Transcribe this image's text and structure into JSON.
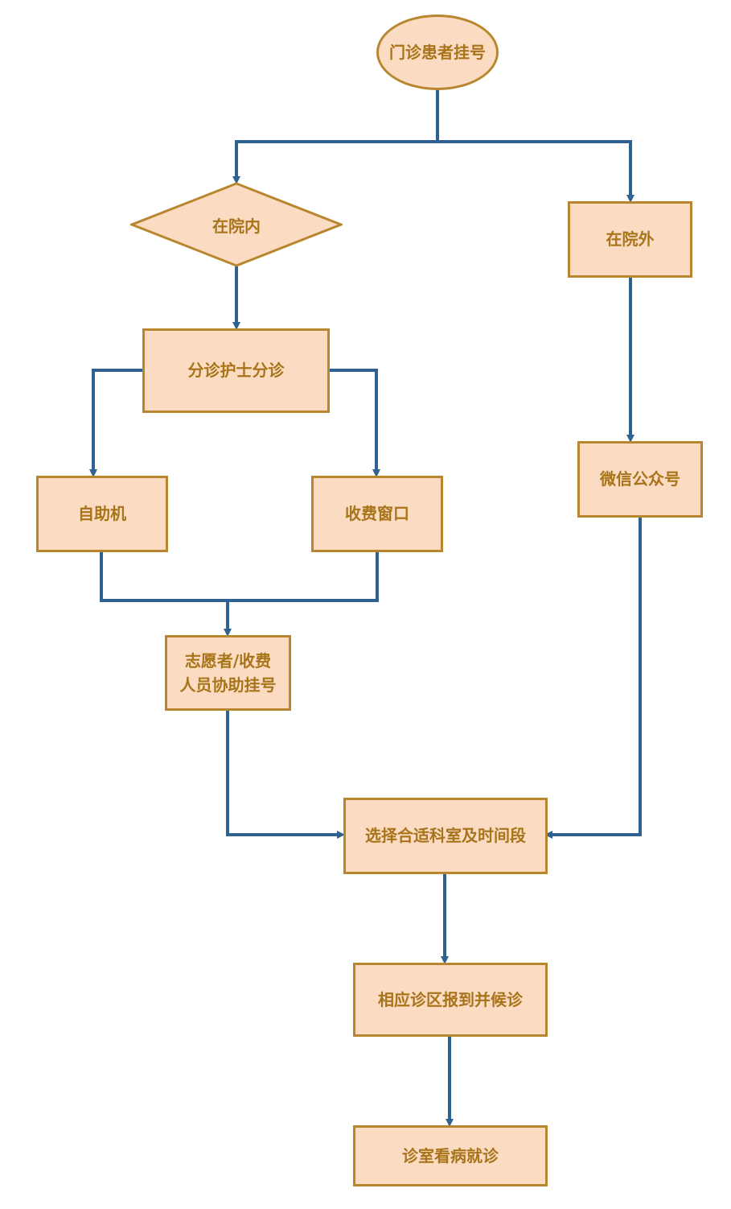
{
  "colors": {
    "node_fill": "#fbdcc3",
    "node_border": "#b8862e",
    "node_text": "#a8741a",
    "connector": "#2f6291"
  },
  "nodes": {
    "start": "门诊患者挂号",
    "in_hospital": "在院内",
    "out_hospital": "在院外",
    "triage": "分诊护士分诊",
    "self_service": "自助机",
    "cashier_window": "收费窗口",
    "wechat": "微信公众号",
    "volunteer_line1": "志愿者/收费",
    "volunteer_line2": "人员协助挂号",
    "select_dept": "选择合适科室及时间段",
    "report_wait": "相应诊区报到并候诊",
    "consult": "诊室看病就诊"
  }
}
